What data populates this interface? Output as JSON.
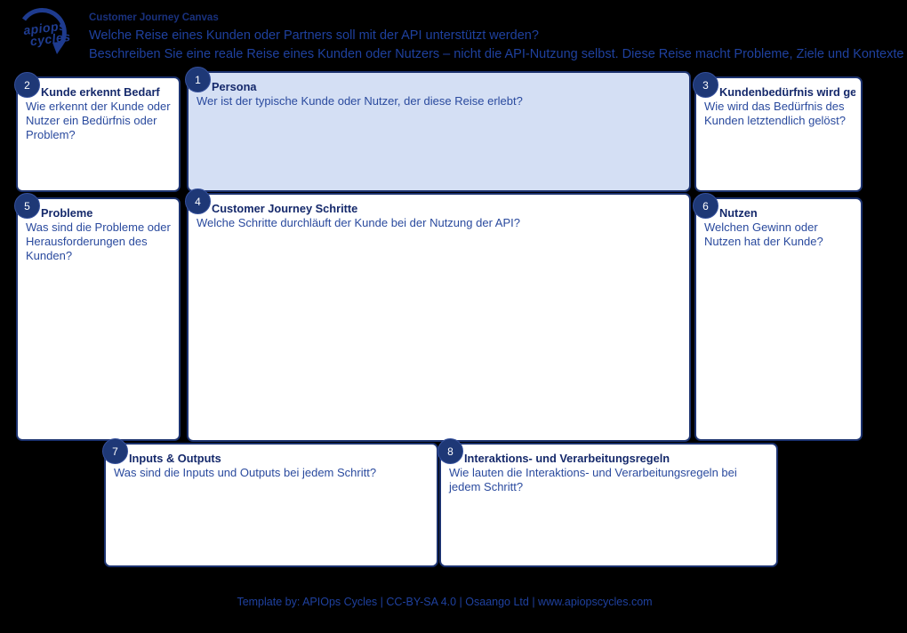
{
  "header": {
    "logo": {
      "line1": "apiops",
      "line2": "cycles"
    },
    "title": "Customer Journey Canvas",
    "subtitle": "Welche Reise eines Kunden oder Partners soll mit der API unterstützt werden?",
    "description": "Beschreiben Sie eine reale Reise eines Kunden oder Nutzers – nicht die API-Nutzung selbst. Diese Reise macht Probleme, Ziele und Kontexte sichtbar."
  },
  "boxes": [
    {
      "number": 1,
      "title": "Persona",
      "question": "Wer ist der typische Kunde oder Nutzer, der diese Reise erlebt?"
    },
    {
      "number": 2,
      "title": "Kunde erkennt Bedarf",
      "question": "Wie erkennt der Kunde oder Nutzer ein Bedürfnis oder Problem?"
    },
    {
      "number": 3,
      "title": "Kundenbedürfnis wird gelöst",
      "question": "Wie wird das Bedürfnis des Kunden letztendlich gelöst?"
    },
    {
      "number": 4,
      "title": "Customer Journey Schritte",
      "question": "Welche Schritte durchläuft der Kunde bei der Nutzung der API?"
    },
    {
      "number": 5,
      "title": "Probleme",
      "question": "Was sind die Probleme oder Herausforderungen des Kunden?"
    },
    {
      "number": 6,
      "title": "Nutzen",
      "question": "Welchen Gewinn oder Nutzen hat der Kunde?"
    },
    {
      "number": 7,
      "title": "Inputs & Outputs",
      "question": "Was sind die Inputs und Outputs bei jedem Schritt?"
    },
    {
      "number": 8,
      "title": "Interaktions- und Verarbeitungsregeln",
      "question": "Wie lauten die Interaktions- und Verarbeitungsregeln bei jedem Schritt?"
    }
  ],
  "footer": {
    "text": "Template by: APIOps Cycles | CC-BY-SA 4.0 | Osaango Ltd | www.apiopscycles.com"
  },
  "colors": {
    "background": "#000000",
    "box_border": "#1c326f",
    "badge_fill": "#1e3876",
    "persona_fill": "#d4dff4",
    "title_text": "#15296b",
    "body_text": "#2a4a9e",
    "accent_blue": "#1f419f"
  }
}
